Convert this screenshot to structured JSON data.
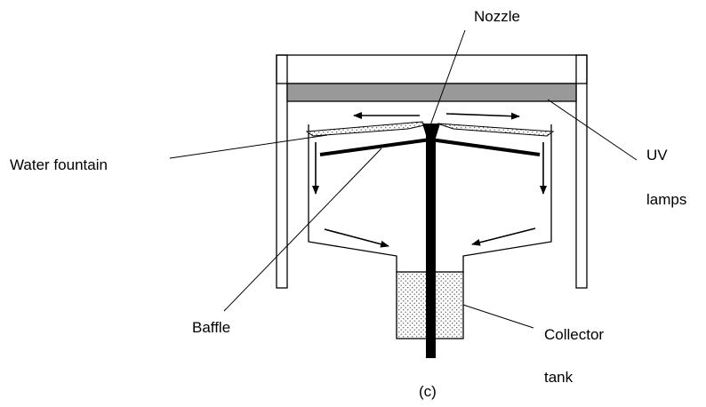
{
  "labels": {
    "nozzle": "Nozzle",
    "water_fountain": "Water fountain",
    "uv_line1": "UV",
    "uv_line2": "lamps",
    "baffle": "Baffle",
    "collector_line1": "Collector",
    "collector_line2": "tank",
    "caption": "(c)"
  }
}
